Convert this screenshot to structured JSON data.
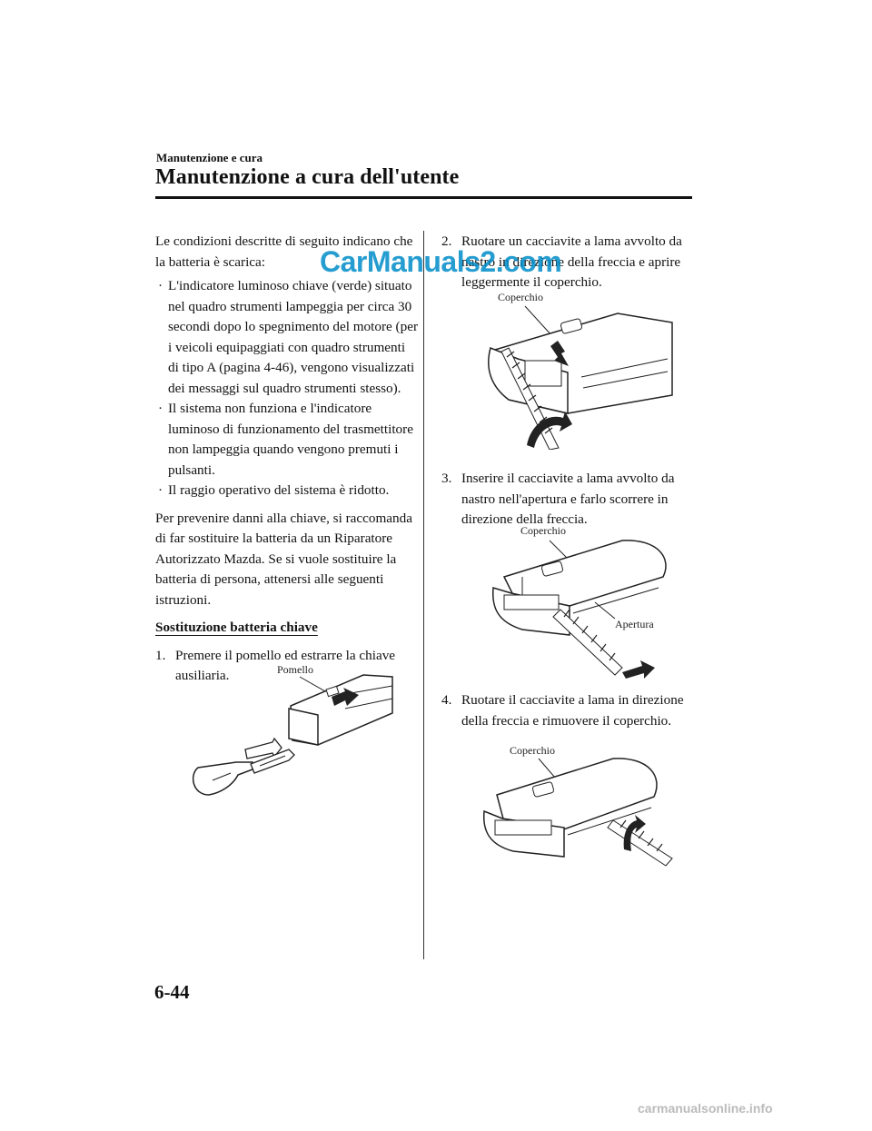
{
  "header": {
    "section_small": "Manutenzione e cura",
    "section_title": "Manutenzione a cura dell'utente"
  },
  "left": {
    "intro": "Le condizioni descritte di seguito indicano che la batteria è scarica:",
    "bullets": [
      "L'indicatore luminoso chiave (verde) situato nel quadro strumenti lampeggia per circa 30 secondi dopo lo spegnimento del motore (per i veicoli equipaggiati con quadro strumenti di tipo A (pagina 4-46), vengono visualizzati dei messaggi sul quadro strumenti stesso).",
      "Il sistema non funziona e l'indicatore luminoso di funzionamento del trasmettitore non lampeggia quando vengono premuti i pulsanti.",
      "Il raggio operativo del sistema è ridotto."
    ],
    "advice": "Per prevenire danni alla chiave, si raccomanda di far sostituire la batteria da un Riparatore Autorizzato Mazda. Se si vuole sostituire la batteria di persona, attenersi alle seguenti istruzioni.",
    "subheading": "Sostituzione batteria chiave",
    "step1_num": "1.",
    "step1_text": "Premere il pomello ed estrarre la chiave ausiliaria.",
    "fig1_label": "Pomello"
  },
  "right": {
    "step2_num": "2.",
    "step2_text": "Ruotare un cacciavite a lama avvolto da nastro in direzione della freccia e aprire leggermente il coperchio.",
    "fig2_label": "Coperchio",
    "step3_num": "3.",
    "step3_text": "Inserire il cacciavite a lama avvolto da nastro nell'apertura e farlo scorrere in direzione della freccia.",
    "fig3_label_top": "Coperchio",
    "fig3_label_bottom": "Apertura",
    "step4_num": "4.",
    "step4_text": "Ruotare il cacciavite a lama in direzione della freccia e rimuovere il coperchio.",
    "fig4_label": "Coperchio"
  },
  "bullet_glyph": "·",
  "watermark": "CarManuals2.com",
  "page_number": "6-44",
  "footer_watermark": "carmanualsonline.info"
}
